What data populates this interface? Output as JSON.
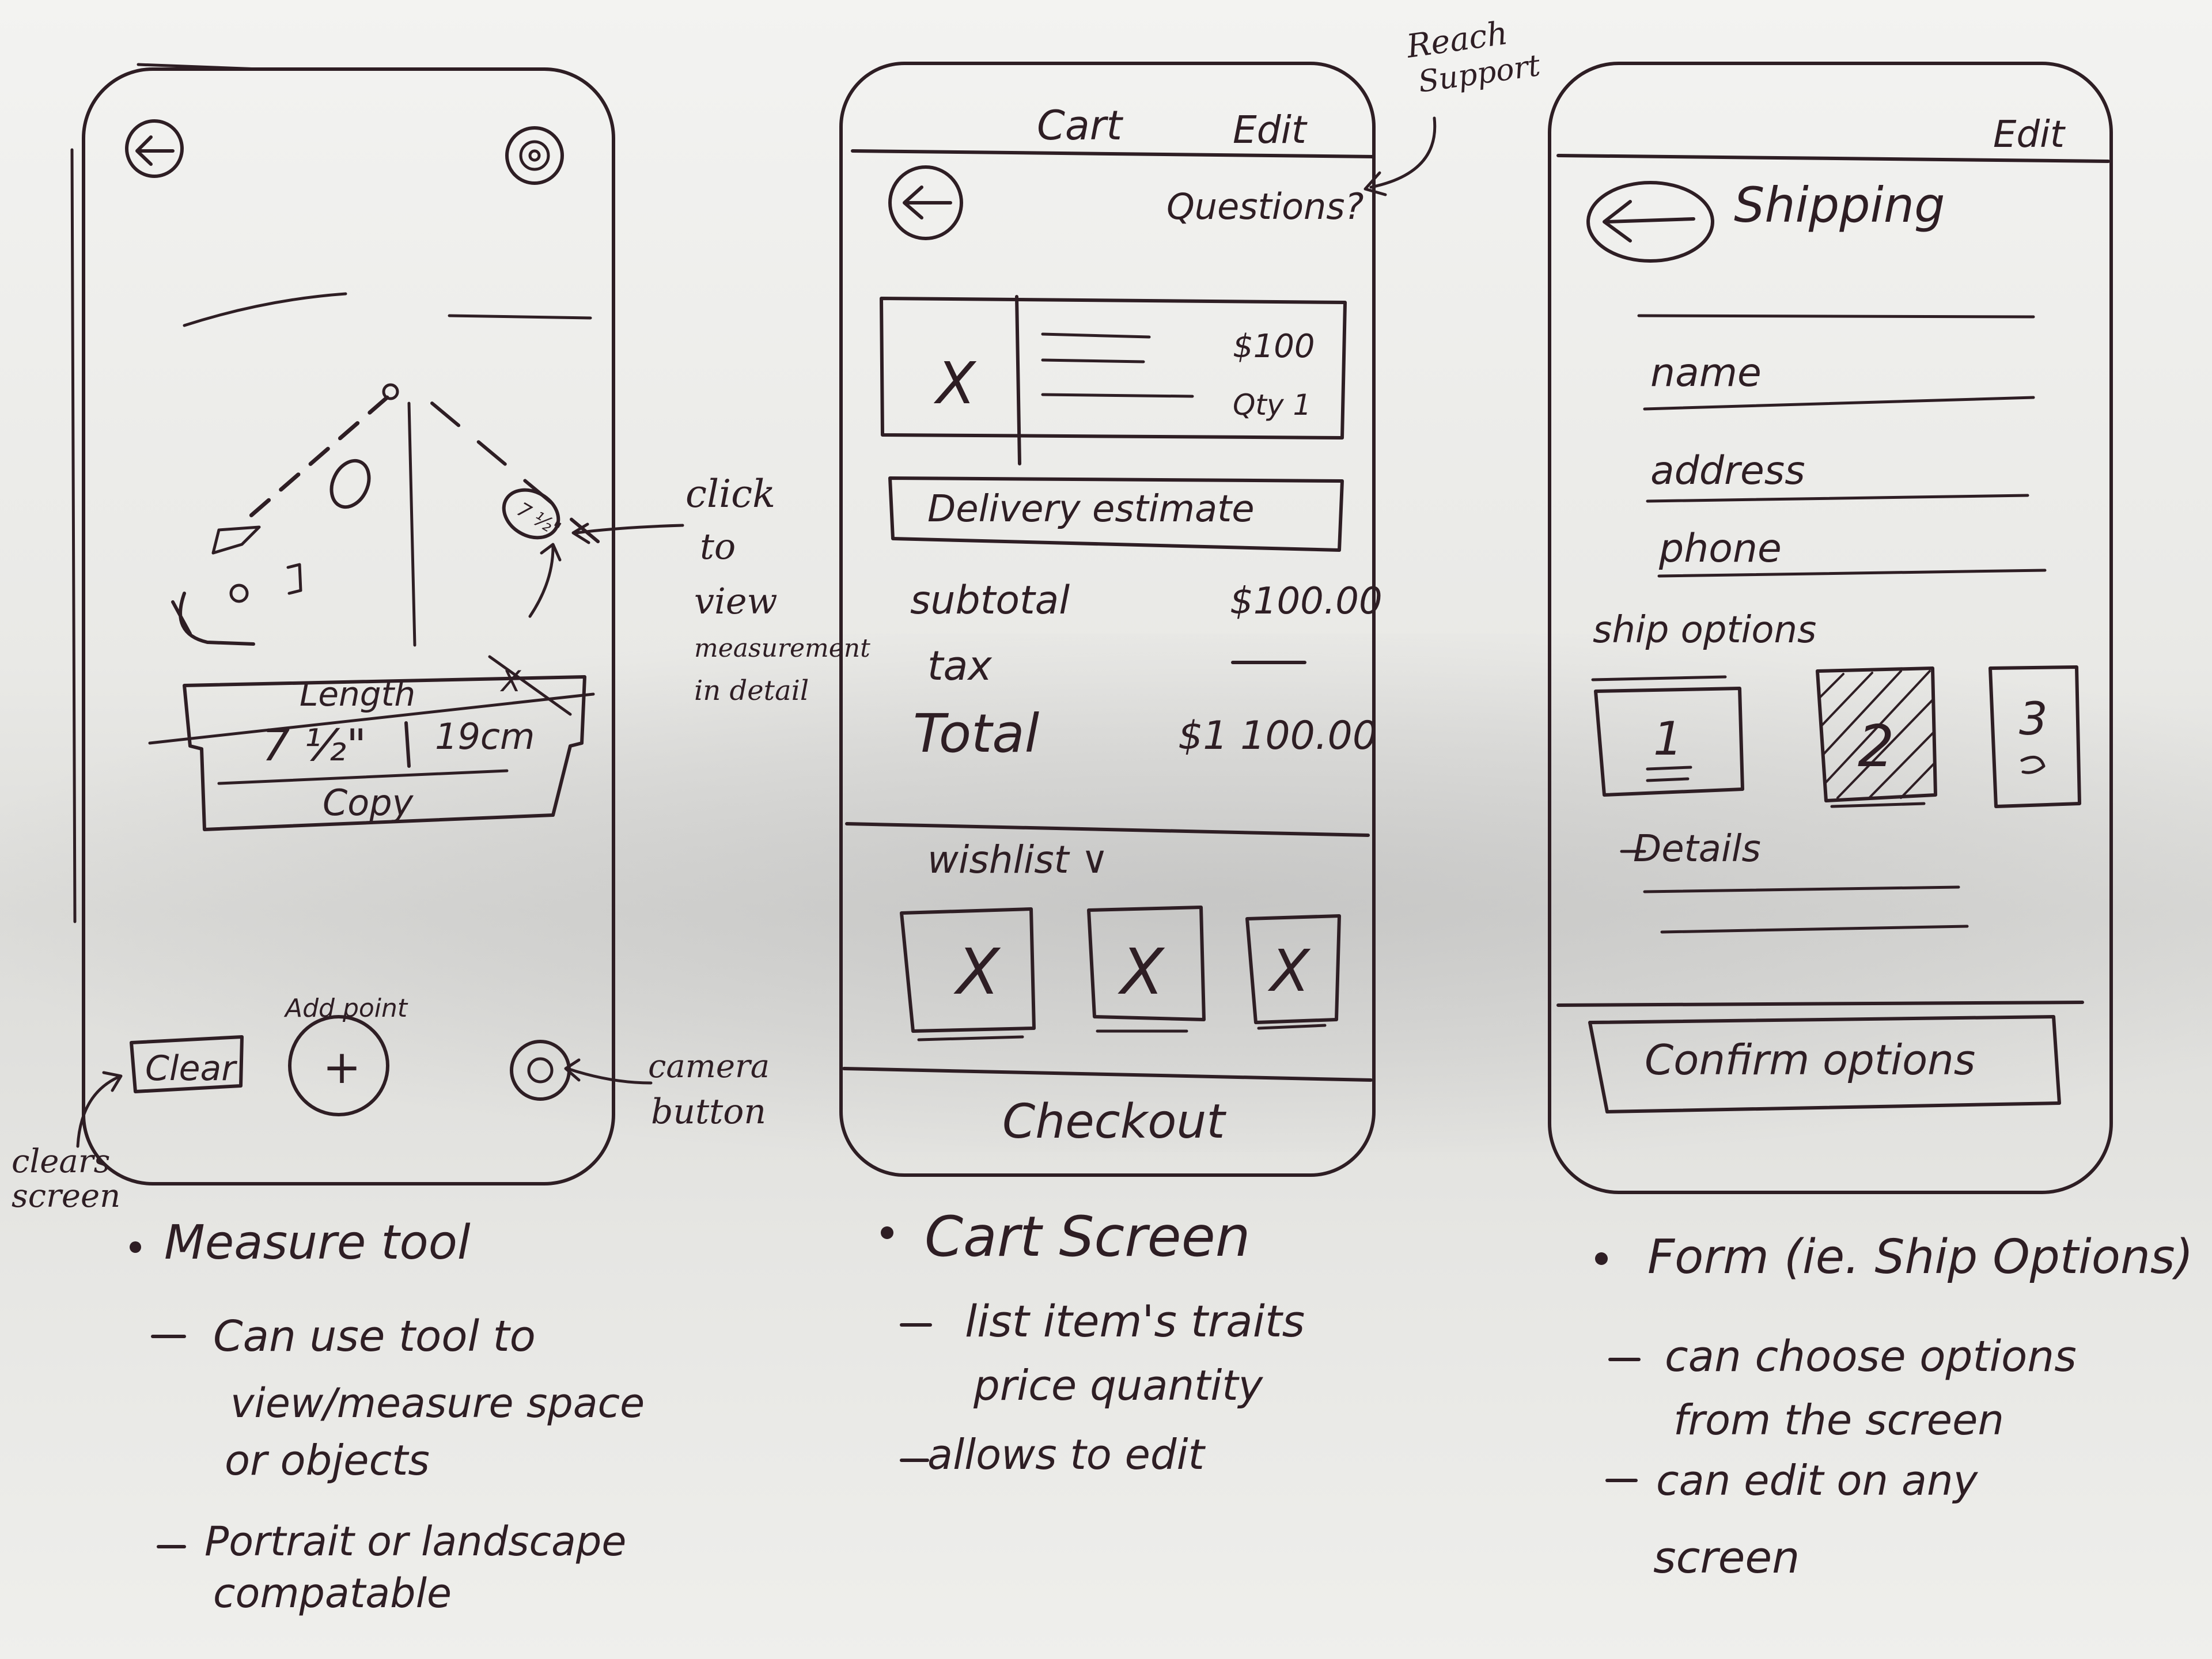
{
  "measure_screen": {
    "length_label": "Length",
    "value_in": "7 ½\"",
    "value_cm": "19cm",
    "copy_label": "Copy",
    "close_mark": "X",
    "clear_button": "Clear",
    "add_point_label": "Add point",
    "add_button": "+",
    "annotation_click": [
      "click",
      "to",
      "view",
      "measurement",
      "in detail"
    ],
    "annotation_camera": [
      "camera",
      "button"
    ],
    "annotation_clear": [
      "clears",
      "screen"
    ],
    "notes": {
      "title": "Measure tool",
      "lines": [
        "Can use tool to",
        "view/measure space",
        "or objects",
        "Portrait or landscape",
        "compatable"
      ]
    }
  },
  "cart_screen": {
    "tab_cart": "Cart",
    "tab_edit": "Edit",
    "questions_link": "Questions?",
    "reach_support": [
      "Reach",
      "Support"
    ],
    "item_image": "X",
    "item_price": "$100",
    "item_qty": "Qty 1",
    "delivery_estimate": "Delivery estimate",
    "subtotal_label": "subtotal",
    "subtotal_value": "$100.00",
    "tax_label": "tax",
    "tax_value": "—",
    "total_label": "Total",
    "total_value": "$1 100.00",
    "wishlist_label": "wishlist ∨",
    "wishlist_items": [
      "X",
      "X",
      "X"
    ],
    "checkout_button": "Checkout",
    "notes": {
      "title": "Cart Screen",
      "lines": [
        "list item's traits",
        "price quantity",
        "allows to edit"
      ]
    }
  },
  "shipping_screen": {
    "edit_label": "Edit",
    "title": "Shipping",
    "fields": [
      "name",
      "address",
      "phone"
    ],
    "ship_options_label": "ship options",
    "options": [
      "1",
      "2",
      "3"
    ],
    "details_label": "Details",
    "confirm_button": "Confirm options",
    "notes": {
      "title": "Form (ie. Ship Options)",
      "lines": [
        "can choose options",
        "from the screen",
        "can edit on any",
        "screen"
      ]
    }
  }
}
